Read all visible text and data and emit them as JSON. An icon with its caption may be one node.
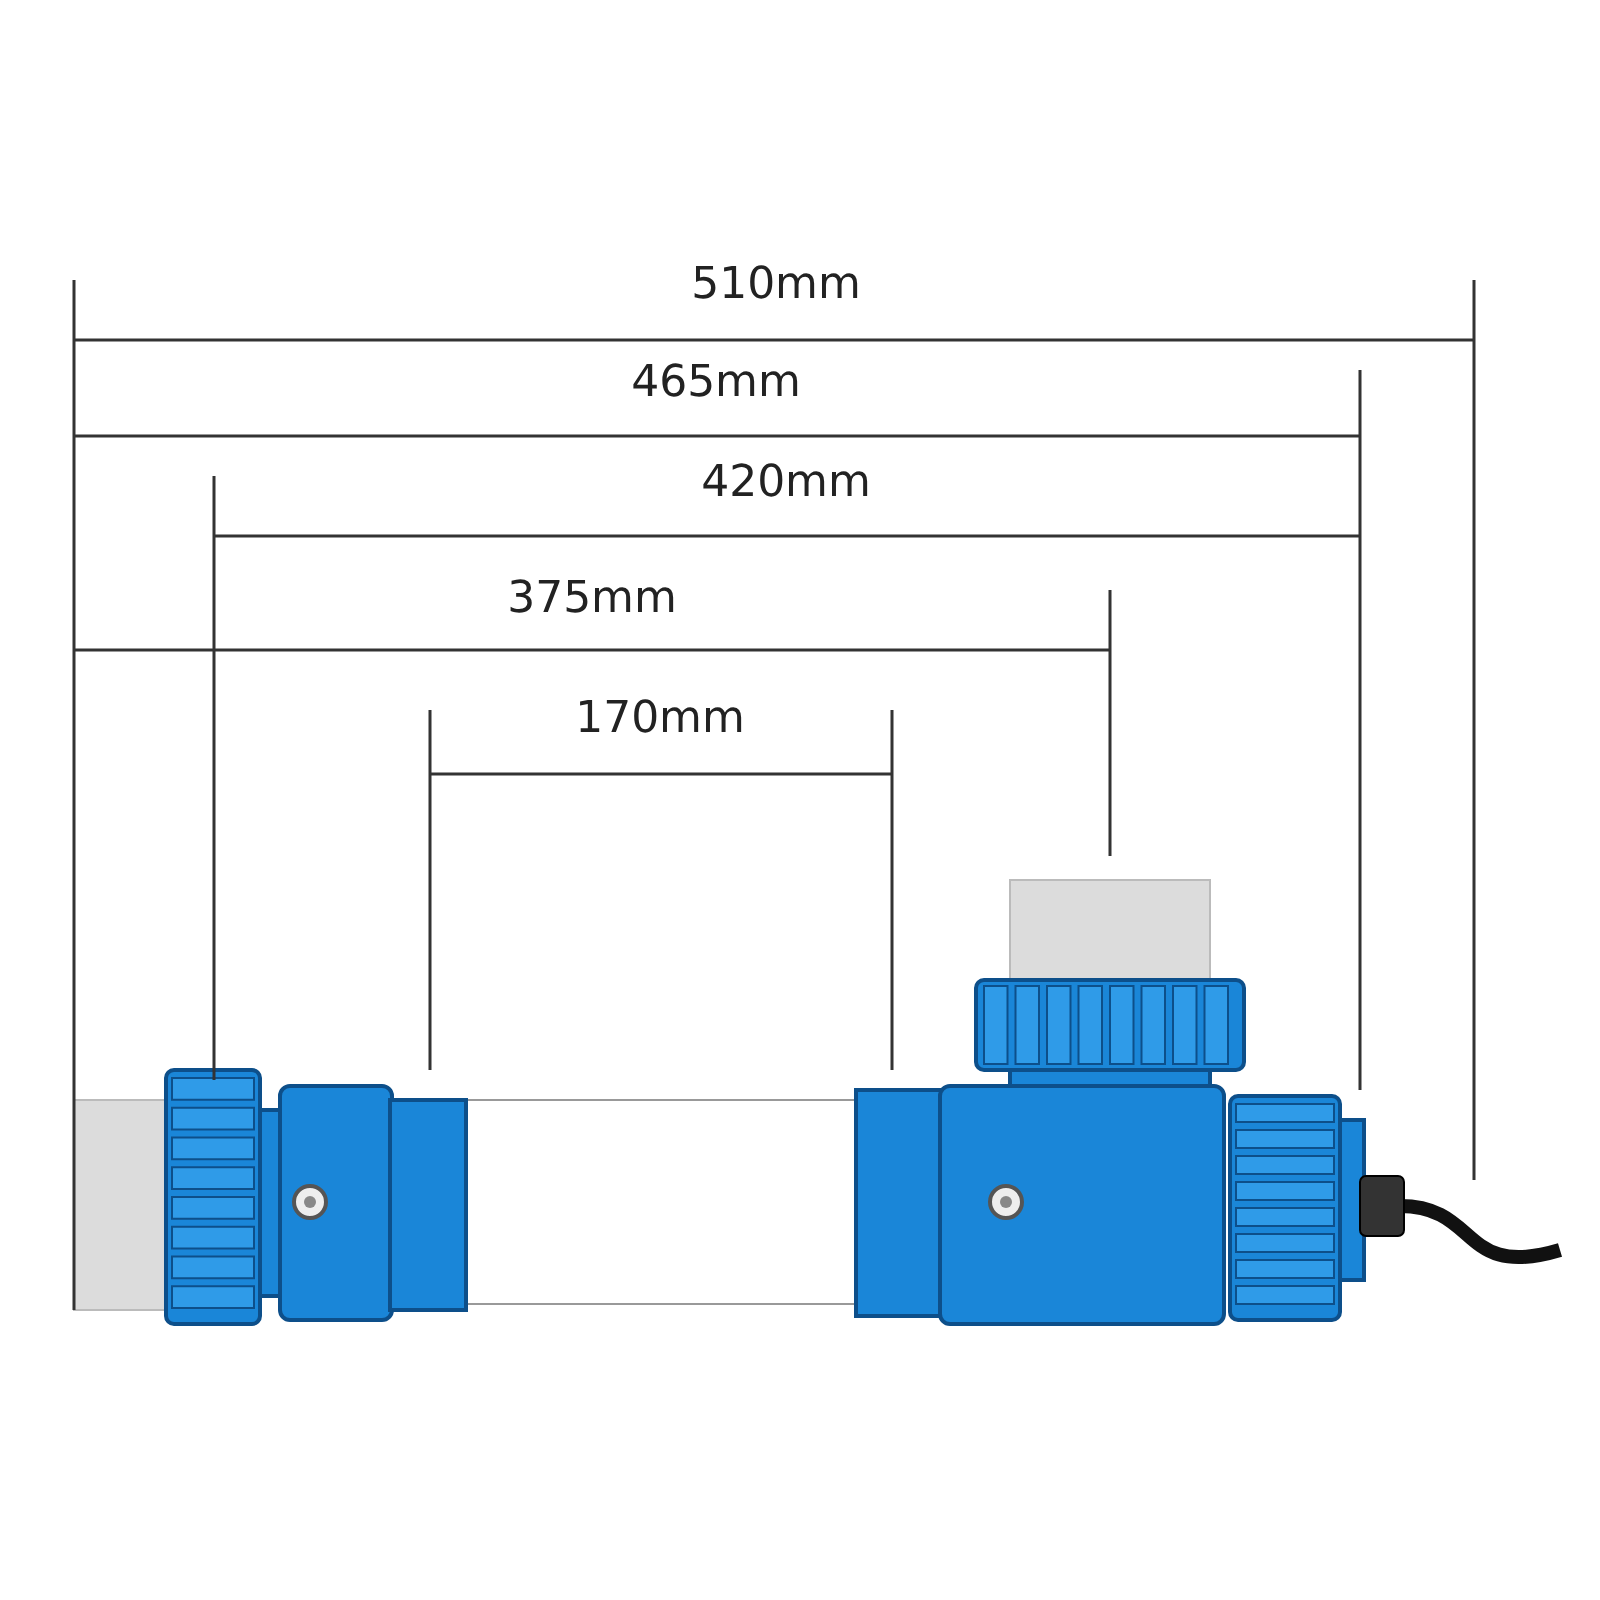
{
  "diagram": {
    "labels": [
      "510mm",
      "465mm",
      "420mm",
      "375mm",
      "170mm"
    ]
  }
}
